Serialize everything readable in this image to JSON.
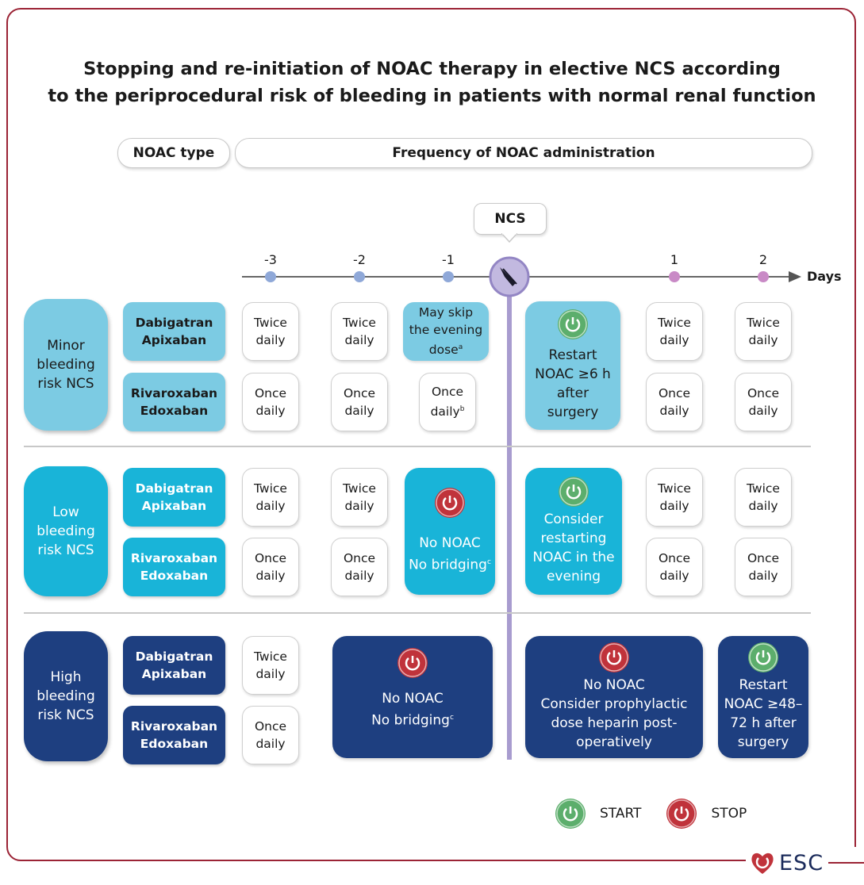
{
  "title": {
    "line1": "Stopping and re-initiation of NOAC therapy in elective NCS according",
    "line2": "to the periprocedural risk of bleeding in patients with normal renal function"
  },
  "header": {
    "noac_type": "NOAC type",
    "frequency": "Frequency of NOAC administration"
  },
  "timeline": {
    "ncs_label": "NCS",
    "days_label": "Days",
    "ticks": [
      "-3",
      "-2",
      "-1",
      "1",
      "2"
    ]
  },
  "rows": {
    "minor": {
      "risk_label": "Minor bleeding risk NCS",
      "drug1": "Dabigatran\nApixaban",
      "drug2": "Rivaroxaban\nEdoxaban",
      "d1_m3": "Twice daily",
      "d1_m2": "Twice daily",
      "d1_m1": "May skip the evening dose",
      "d1_m1_sup": "a",
      "d2_m3": "Once daily",
      "d2_m2": "Once daily",
      "d2_m1": "Once daily",
      "d2_m1_sup": "b",
      "post": "Restart NOAC ≥6 h after surgery",
      "d1_p1": "Twice daily",
      "d1_p2": "Twice daily",
      "d2_p1": "Once daily",
      "d2_p2": "Once daily"
    },
    "low": {
      "risk_label": "Low bleeding risk NCS",
      "drug1": "Dabigatran\nApixaban",
      "drug2": "Rivaroxaban\nEdoxaban",
      "d1_m3": "Twice daily",
      "d1_m2": "Twice daily",
      "d2_m3": "Once daily",
      "d2_m2": "Once daily",
      "pre": "No NOAC\nNo bridging",
      "pre_sup": "c",
      "post": "Consider restarting NOAC in the evening",
      "d1_p1": "Twice daily",
      "d1_p2": "Twice daily",
      "d2_p1": "Once daily",
      "d2_p2": "Once daily"
    },
    "high": {
      "risk_label": "High bleeding risk NCS",
      "drug1": "Dabigatran\nApixaban",
      "drug2": "Rivaroxaban\nEdoxaban",
      "d1_m3": "Twice daily",
      "d2_m3": "Once daily",
      "pre": "No NOAC\nNo bridging",
      "pre_sup": "c",
      "post": "No NOAC\nConsider prophylactic dose heparin post-operatively",
      "restart": "Restart NOAC ≥48–72 h after surgery"
    }
  },
  "legend": {
    "start": "START",
    "stop": "STOP"
  },
  "logo": "ESC",
  "colors": {
    "minor": "#7ccbe3",
    "low": "#19b4d8",
    "high": "#1e3f80",
    "start": "#5cae6c",
    "stop": "#c0333b",
    "frame": "#9b2335",
    "pre_dot": "#8fa8d8",
    "post_dot": "#c98ac6",
    "ncs_line": "#a89ccf"
  }
}
